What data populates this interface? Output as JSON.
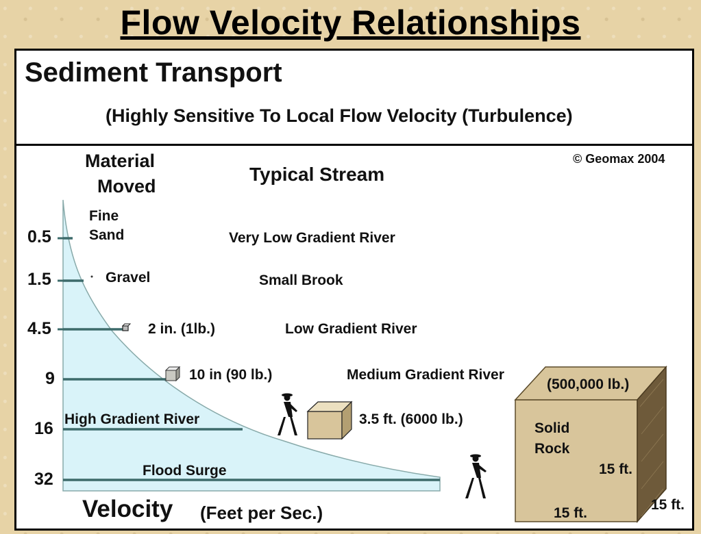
{
  "slide_title": "Flow Velocity Relationships",
  "header": {
    "title": "Sediment Transport",
    "subtitle": "(Highly Sensitive To Local Flow Velocity (Turbulence)"
  },
  "copyright": {
    "symbol": "©",
    "text": "Geomax 2004"
  },
  "columns": {
    "material_line1": "Material",
    "material_line2": "Moved",
    "stream": "Typical Stream"
  },
  "levels": [
    {
      "velocity": "0.5",
      "material_line1": "Fine",
      "material_line2": "Sand",
      "stream": "Very Low Gradient River"
    },
    {
      "velocity": "1.5",
      "material": "Gravel",
      "stream": "Small Brook"
    },
    {
      "velocity": "4.5",
      "material": "2 in. (1lb.)",
      "stream": "Low Gradient River"
    },
    {
      "velocity": "9",
      "material": "10 in (90 lb.)",
      "stream": "Medium Gradient River"
    },
    {
      "velocity": "16",
      "material": "3.5 ft. (6000 lb.)",
      "stream": "High Gradient River"
    },
    {
      "velocity": "32",
      "material": "Flood Surge"
    }
  ],
  "rock": {
    "weight": "(500,000 lb.)",
    "label_line1": "Solid",
    "label_line2": "Rock",
    "height": "15 ft.",
    "depth": "15 ft.",
    "width": "15 ft."
  },
  "axis": {
    "label": "Velocity",
    "unit": "(Feet per Sec.)"
  },
  "colors": {
    "curve_fill": "#d9f3f9",
    "level_line": "#3d6b6b",
    "rock_face": "#d8c59b",
    "rock_side": "#6e5a3a",
    "background": "#e7d3a6"
  },
  "icons": [
    "pebble-icon",
    "small-block-icon",
    "block-icon",
    "hiker-icon",
    "hiker-icon"
  ]
}
